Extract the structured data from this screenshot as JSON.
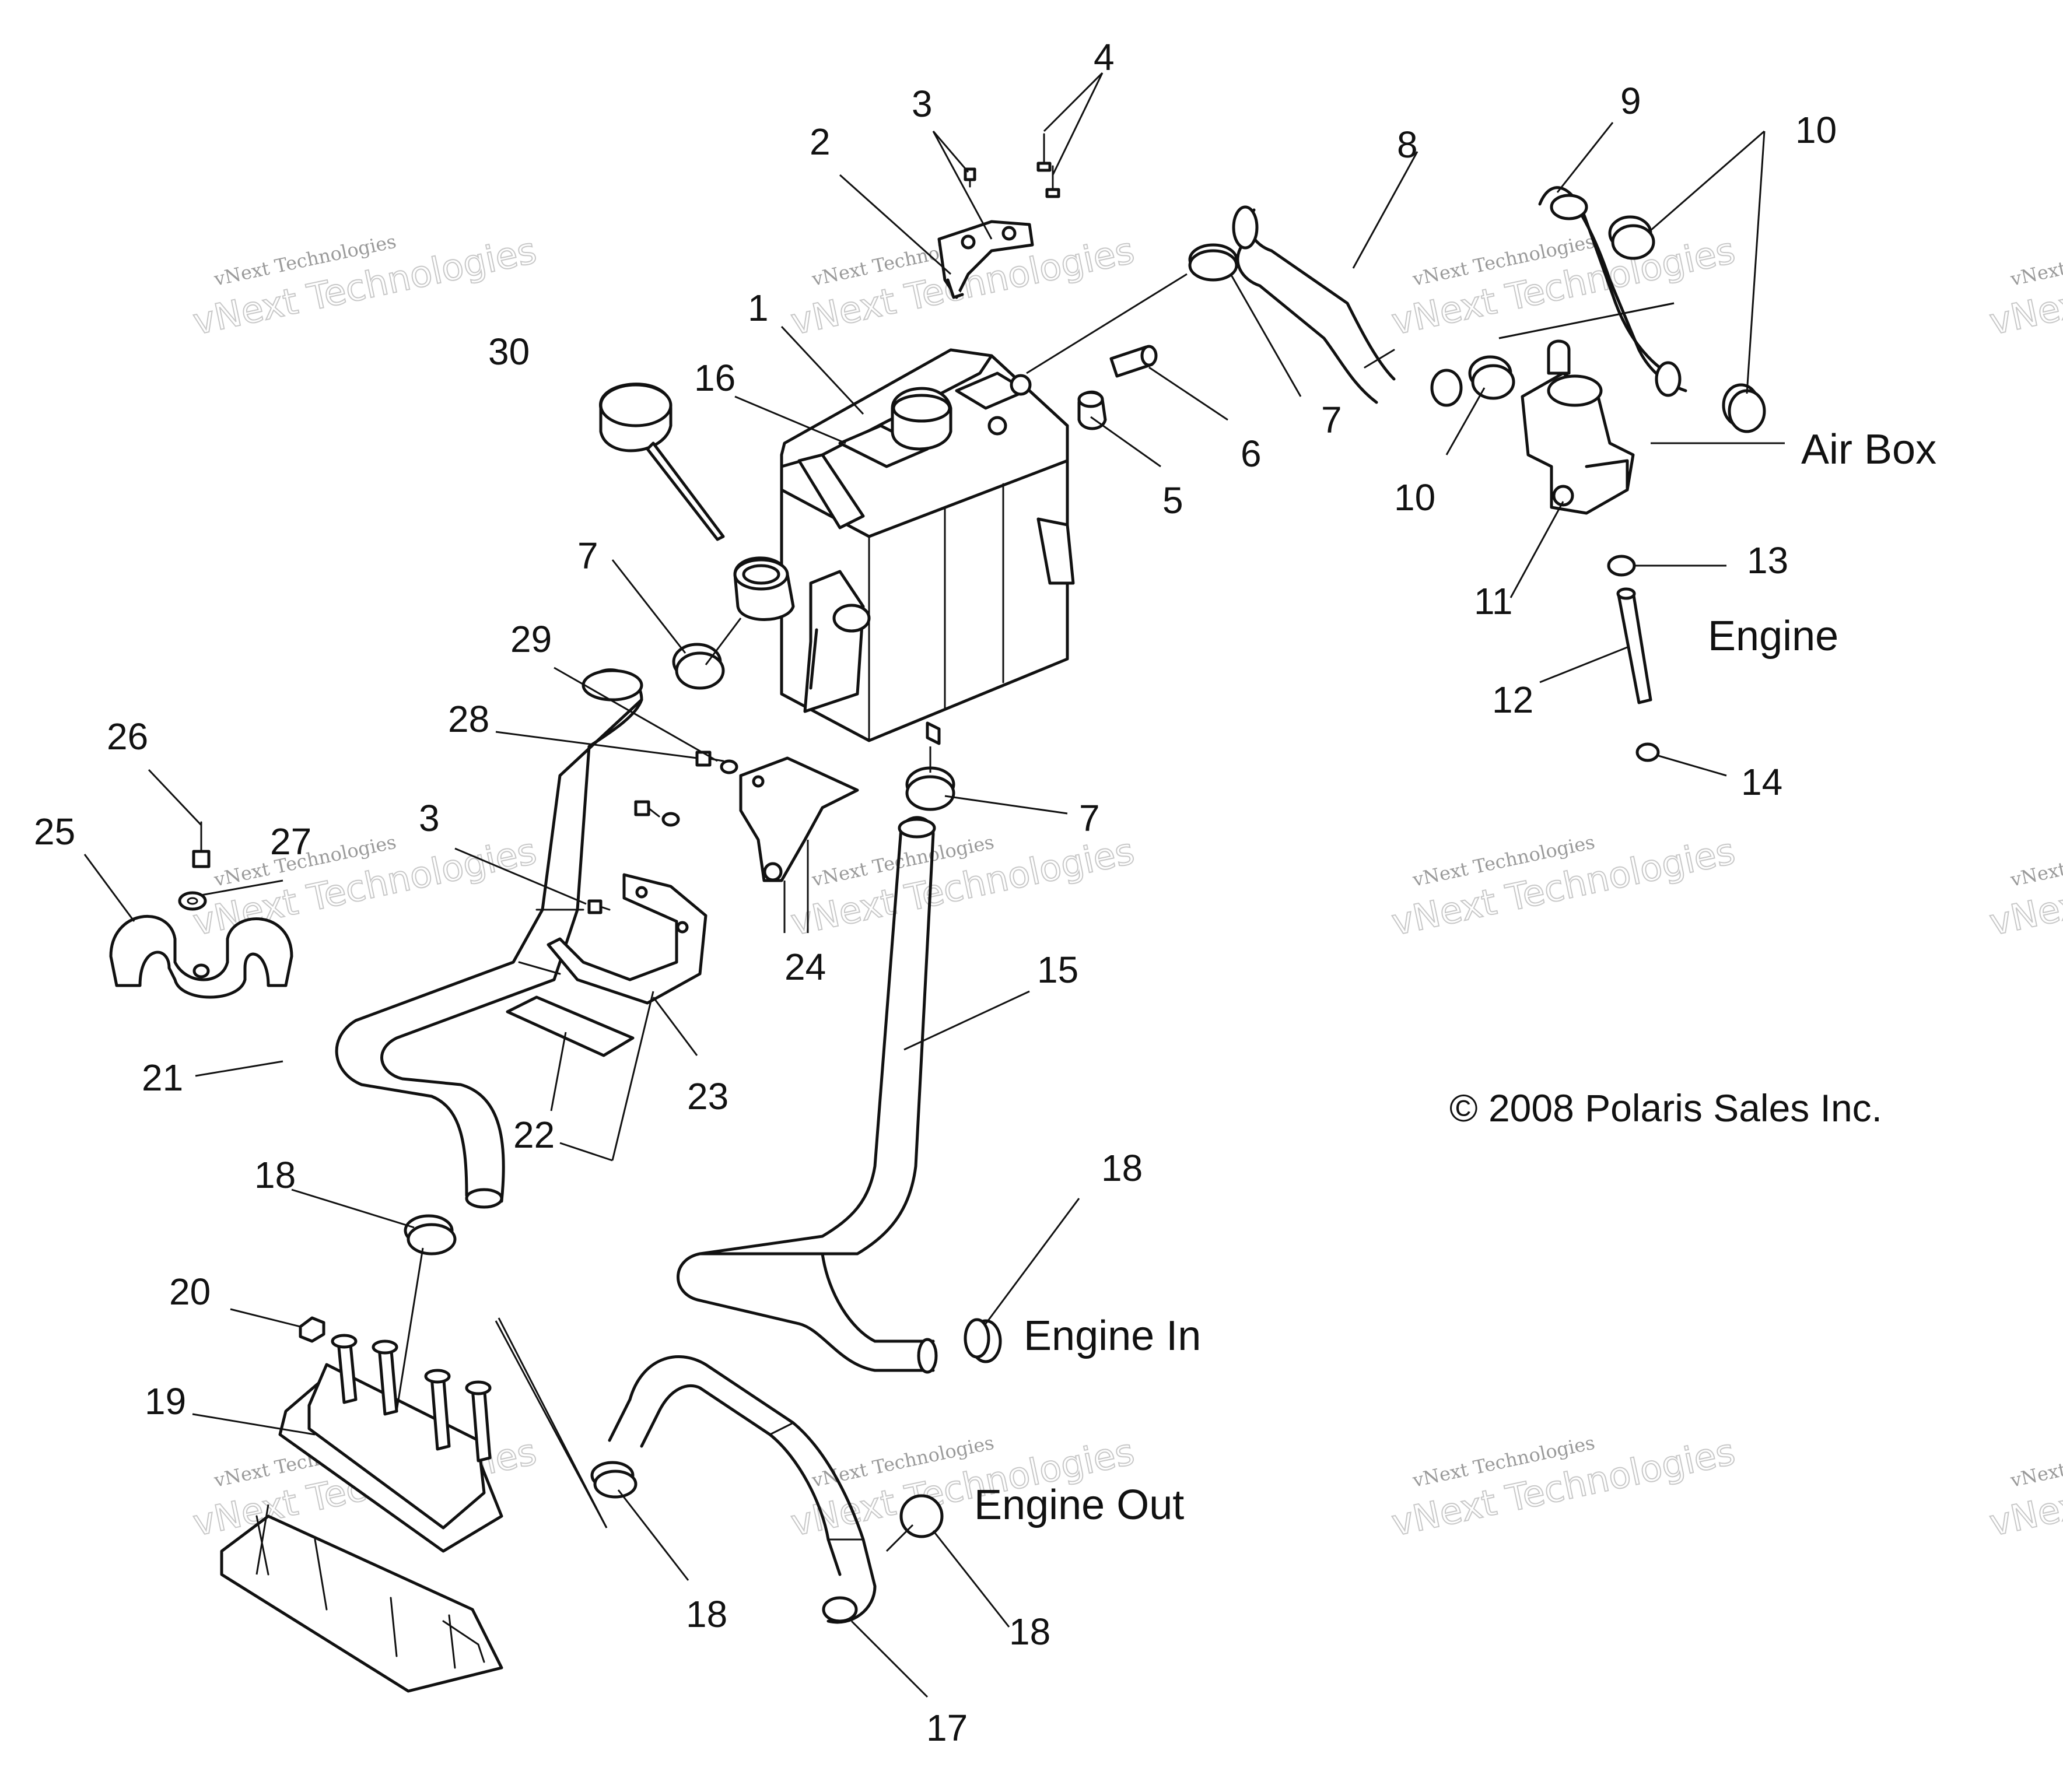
{
  "part_labels": {
    "p1": "1",
    "p2": "2",
    "p3a": "3",
    "p3b": "3",
    "p4": "4",
    "p5": "5",
    "p6": "6",
    "p7a": "7",
    "p7b": "7",
    "p7c": "7",
    "p8": "8",
    "p9": "9",
    "p10a": "10",
    "p10b": "10",
    "p11": "11",
    "p12": "12",
    "p13": "13",
    "p14": "14",
    "p15": "15",
    "p16": "16",
    "p17": "17",
    "p18a": "18",
    "p18b": "18",
    "p18c": "18",
    "p18d": "18",
    "p19": "19",
    "p20": "20",
    "p21": "21",
    "p22": "22",
    "p23": "23",
    "p24": "24",
    "p25": "25",
    "p26": "26",
    "p27": "27",
    "p28": "28",
    "p29": "29",
    "p30": "30"
  },
  "annotations": {
    "air_box": "Air Box",
    "engine": "Engine",
    "engine_in": "Engine In",
    "engine_out": "Engine Out"
  },
  "copyright": "© 2008 Polaris Sales Inc.",
  "watermark": {
    "line1": "vNext Technologies",
    "line2": "vNext Technologies"
  }
}
